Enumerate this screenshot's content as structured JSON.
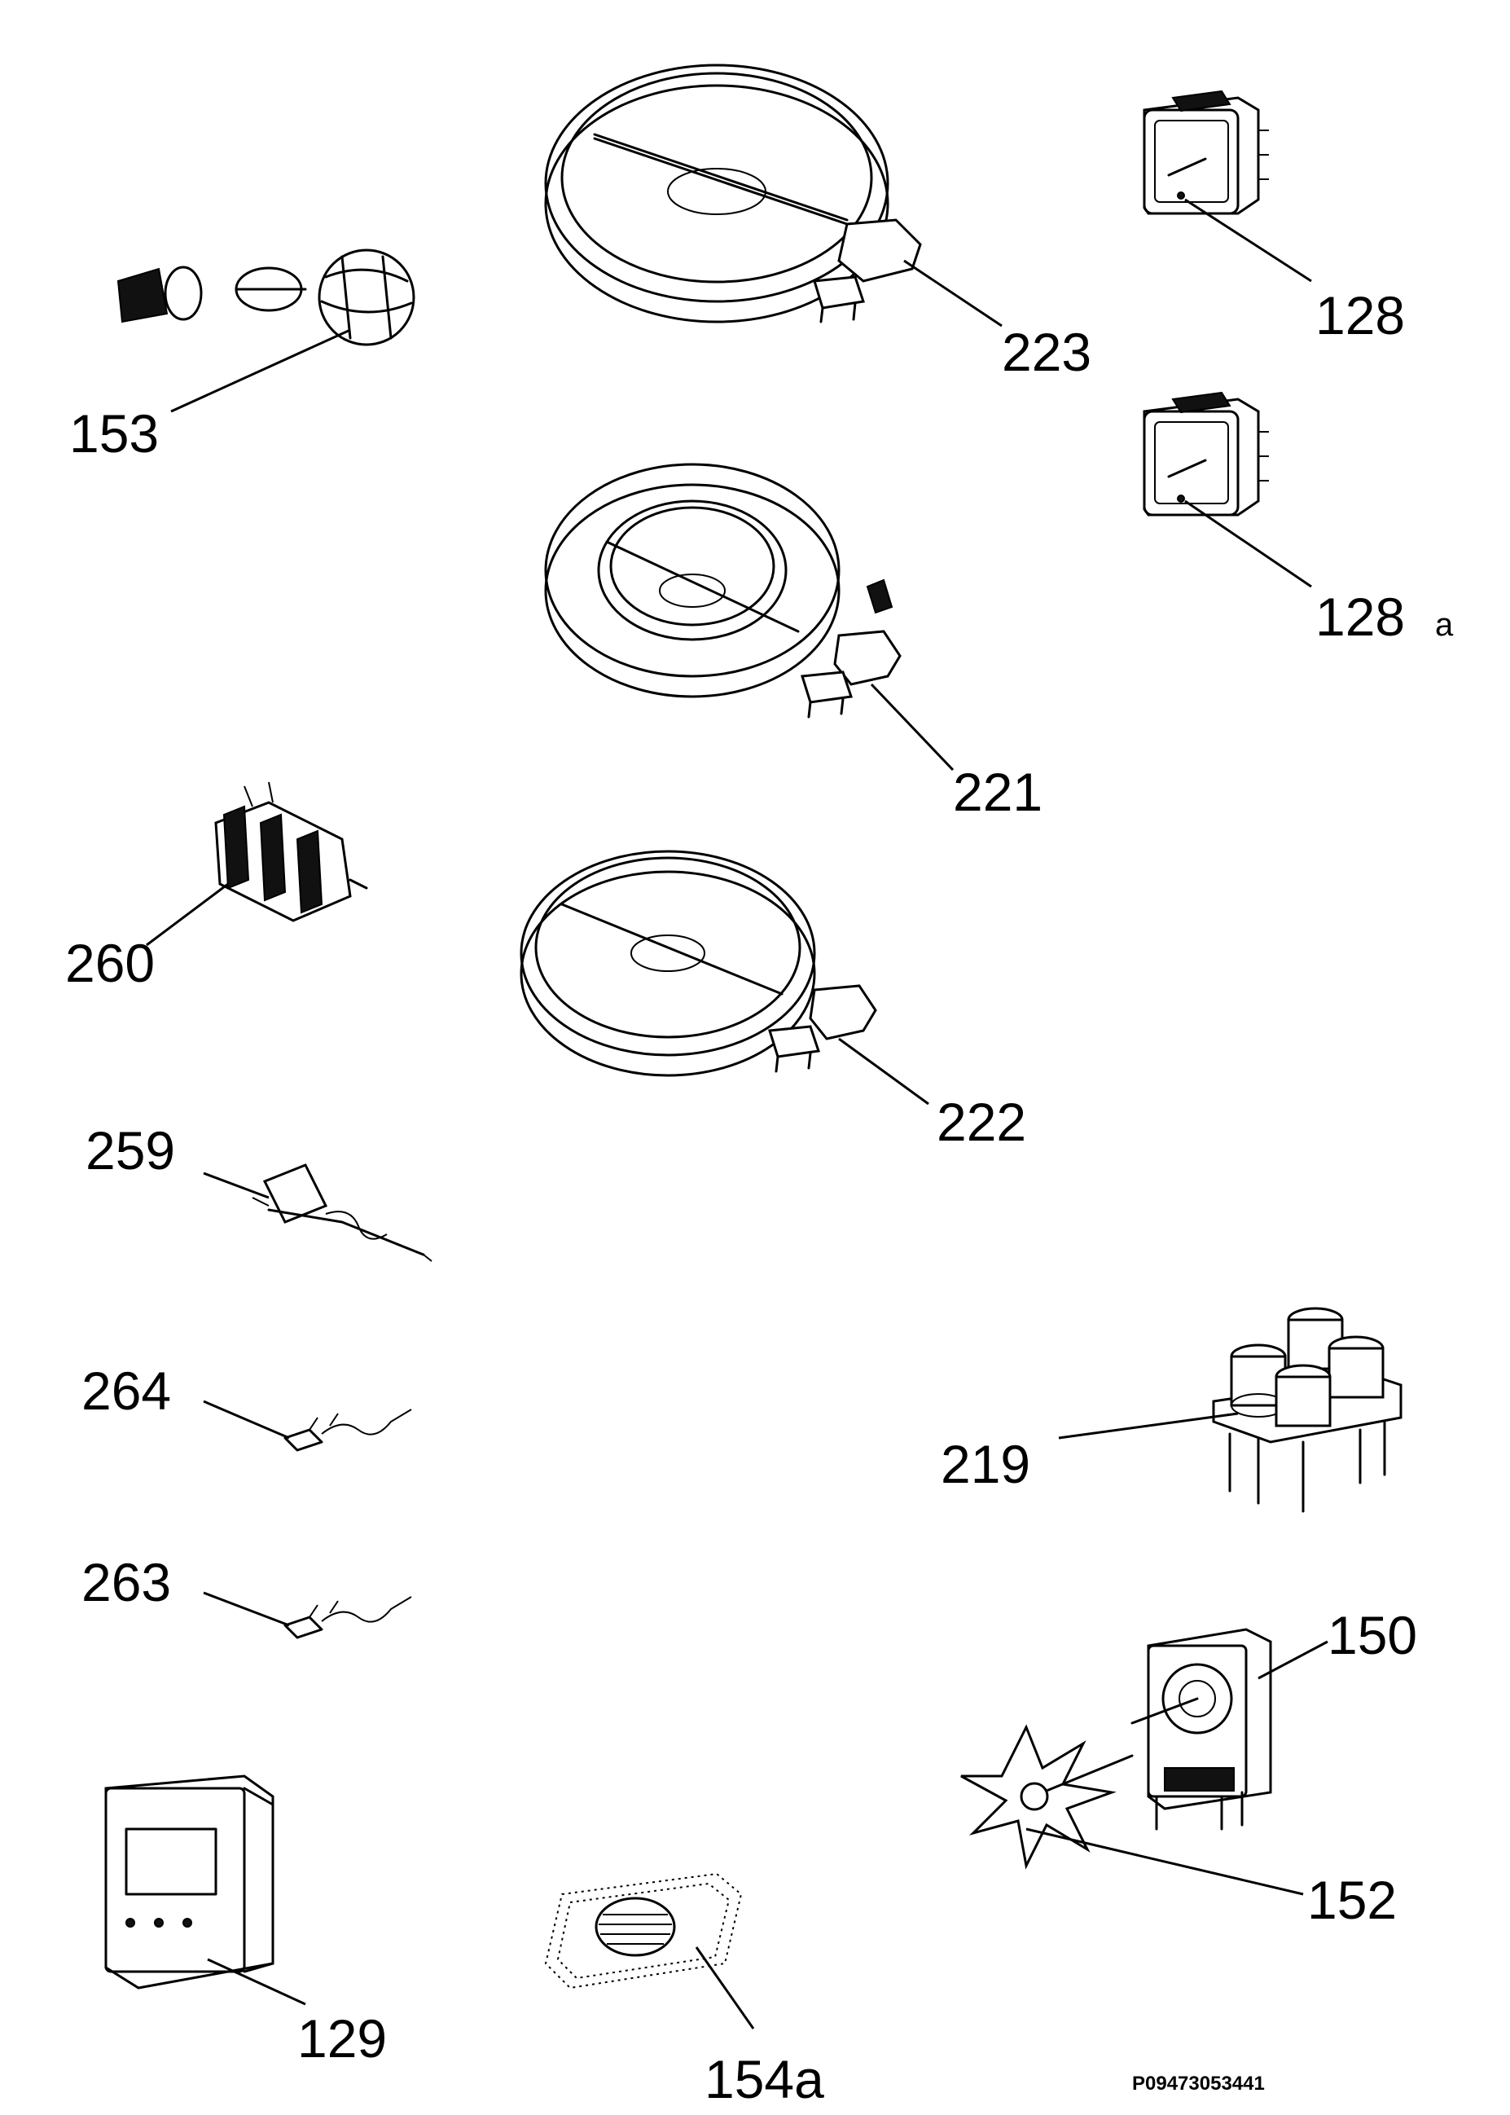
{
  "labels": {
    "l223": "223",
    "l128": "128",
    "l153": "153",
    "l128a": "128",
    "l128a_suffix": "a",
    "l221": "221",
    "l260": "260",
    "l222": "222",
    "l259": "259",
    "l264": "264",
    "l219": "219",
    "l263": "263",
    "l150": "150",
    "l152": "152",
    "l129": "129",
    "l154a": "154a"
  },
  "drawing_code": "P09473053441"
}
